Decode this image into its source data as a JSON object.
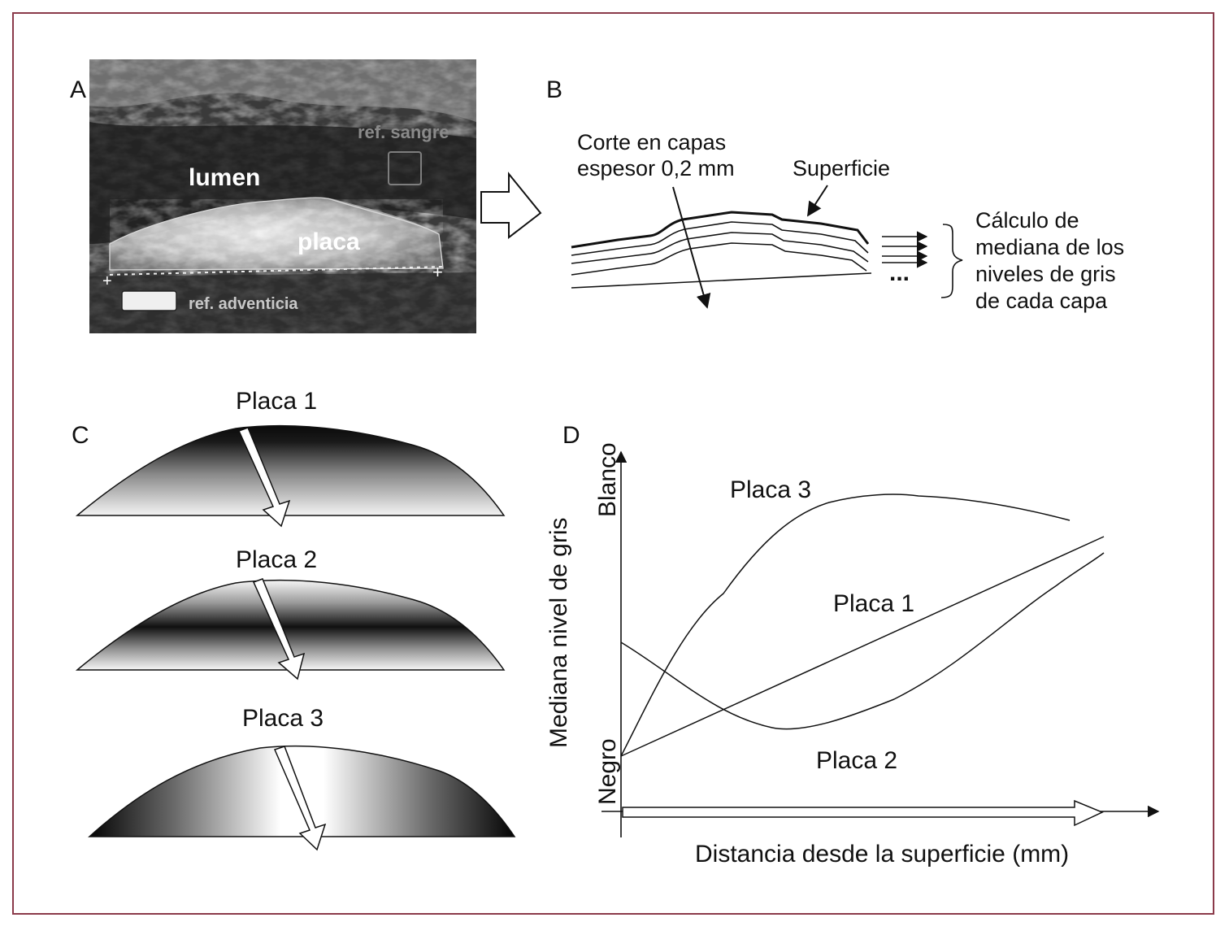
{
  "colors": {
    "frame": "#8b3a4a",
    "ink": "#111111"
  },
  "panel_a": {
    "letter": "A",
    "lumen": "lumen",
    "placa": "placa",
    "ref_sangre": "ref. sangre",
    "ref_adventicia": "ref. adventicia"
  },
  "panel_b": {
    "letter": "B",
    "corte_line1": "Corte en capas",
    "corte_line2": "espesor 0,2 mm",
    "superficie": "Superficie",
    "ellipsis": "...",
    "calc_line1": "Cálculo de",
    "calc_line2": "mediana de los",
    "calc_line3": "niveles de gris",
    "calc_line4": "de cada capa"
  },
  "panel_c": {
    "letter": "C",
    "plaque1": "Placa 1",
    "plaque2": "Placa 2",
    "plaque3": "Placa 3"
  },
  "panel_d": {
    "letter": "D",
    "ylabel": "Mediana nivel de gris",
    "ytick_top": "Blanco",
    "ytick_bottom": "Negro",
    "xlabel": "Distancia desde la superficie (mm)",
    "curve_labels": {
      "placa3": "Placa 3",
      "placa1": "Placa 1",
      "placa2": "Placa 2"
    }
  }
}
